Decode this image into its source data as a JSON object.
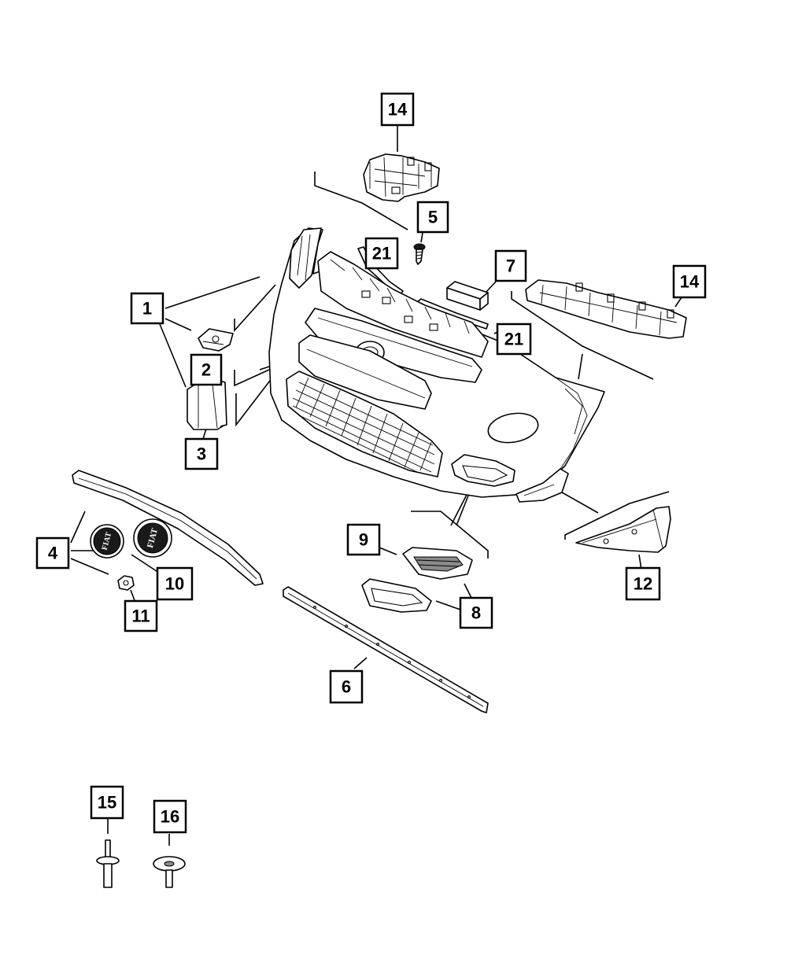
{
  "diagram": {
    "callouts": [
      {
        "id": "c14a",
        "label": "14"
      },
      {
        "id": "c5",
        "label": "5"
      },
      {
        "id": "c21a",
        "label": "21"
      },
      {
        "id": "c7",
        "label": "7"
      },
      {
        "id": "c14b",
        "label": "14"
      },
      {
        "id": "c1",
        "label": "1"
      },
      {
        "id": "c21b",
        "label": "21"
      },
      {
        "id": "c2",
        "label": "2"
      },
      {
        "id": "c3",
        "label": "3"
      },
      {
        "id": "c9",
        "label": "9"
      },
      {
        "id": "c4",
        "label": "4"
      },
      {
        "id": "c10",
        "label": "10"
      },
      {
        "id": "c11",
        "label": "11"
      },
      {
        "id": "c8",
        "label": "8"
      },
      {
        "id": "c12",
        "label": "12"
      },
      {
        "id": "c6",
        "label": "6"
      },
      {
        "id": "c15",
        "label": "15"
      },
      {
        "id": "c16",
        "label": "16"
      }
    ],
    "emblem_text": "FIAT"
  }
}
